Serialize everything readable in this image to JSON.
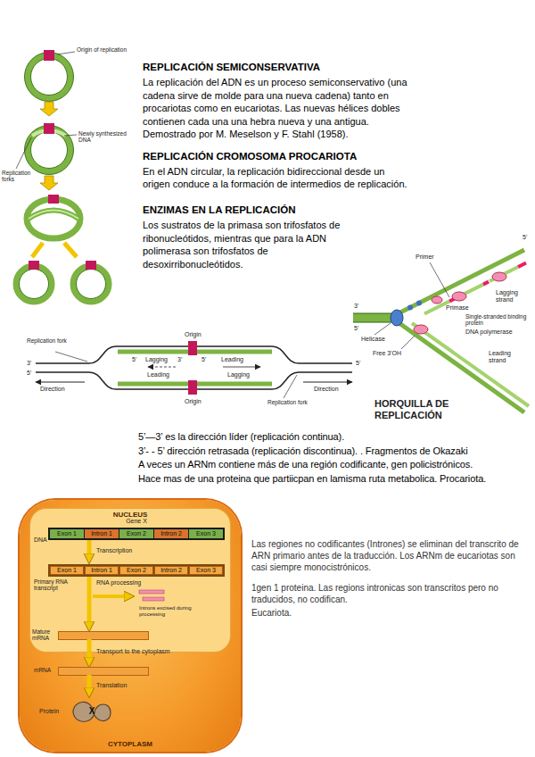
{
  "diagram": {
    "nodes": [
      {
        "text": [
          "CYTOPLASM"
        ]
      },
      {
        "text": [
          "NUCLEUS"
        ],
        "in": 0
      },
      {
        "text": [
          "Gene X",
          "DNA"
        ],
        "in": 1
      },
      {
        "text": [
          "Exon 1"
        ],
        "in": 2
      },
      {
        "text": [
          "Intron 1"
        ],
        "in": 2
      },
      {
        "text": [
          "Exon 2"
        ],
        "in": 2
      },
      {
        "text": [
          "Intron 2"
        ],
        "in": 2
      },
      {
        "text": [
          "Exon 3"
        ],
        "in": 2
      },
      {
        "text": [
          "Primary RNA transcript"
        ],
        "in": 1
      },
      {
        "text": [
          "Exon 1"
        ],
        "in": 8
      },
      {
        "text": [
          "Intron 1"
        ],
        "in": 8
      },
      {
        "text": [
          "Exon 2"
        ],
        "in": 8
      },
      {
        "text": [
          "Intron 2"
        ],
        "in": 8
      },
      {
        "text": [
          "Exon 3"
        ],
        "in": 8
      },
      {
        "text": [
          "Mature mRNA"
        ],
        "in": 1
      },
      {
        "text": [
          "mRNA"
        ],
        "in": 0
      },
      {
        "text": [
          "Protein",
          "X"
        ],
        "in": 0
      }
    ],
    "edges": [
      {
        "from": 2,
        "to": 8,
        "arrow": "to",
        "label": "Transcription"
      },
      {
        "from": 8,
        "to": 14,
        "arrow": "to",
        "label": "RNA processing"
      },
      {
        "from": 14,
        "to": 15,
        "arrow": "to",
        "label": "Transport to the cytoplasm"
      },
      {
        "from": 15,
        "to": 16,
        "arrow": "to",
        "label": "Translation"
      }
    ],
    "labels": [
      "Origin of replication",
      "Newly synthesized DNA",
      "Replication forks",
      "REPLICACIÓN SEMICONSERVATIVA",
      "La replicación del ADN es un proceso semiconservativo (una cadena sirve de molde para una nueva cadena) tanto en procariotas como en eucariotas. Las nuevas hélices dobles contienen cada una una hebra nueva y una antigua. Demostrado por M. Meselson y F. Stahl (1958).",
      "REPLICACIÓN CROMOSOMA PROCARIOTA",
      "En el ADN circular, la replicación bidireccional desde un origen conduce a la formación de intermedios de replicación.",
      "ENZIMAS EN LA REPLICACIÓN",
      "Los sustratos de la primasa son trifosfatos de ribonucleótidos, mientras que para la ADN polimerasa son trifosfatos de desoxirribonucleótidos.",
      "Primer",
      "Lagging strand",
      "Primase",
      "Single-stranded binding protein",
      "DNA polymerase",
      "Helicase",
      "Leading strand",
      "Free 3'OH",
      "5'",
      "3'",
      "5'",
      "HORQUILLA DE REPLICACIÓN",
      "Origin",
      "Replication fork",
      "3'",
      "5'",
      "5'",
      "5'",
      "Lagging",
      "3'",
      "5'",
      "Leading",
      "Leading",
      "Lagging",
      "Direction",
      "Direction",
      "Origin",
      "Replication fork",
      "5’—3’ es la dirección líder (replicación continua).",
      "3’- - 5’ dirección retrasada (replicación discontinua). . Fragmentos de Okazaki",
      "A veces un ARNm contiene más de una región codificante, gen policistrónicos.",
      "Hace mas de una proteina que partiicpan en lamisma ruta metabolica. Procariota.",
      "Introns excised during processing",
      "Las regiones no codificantes (Intrones) se eliminan del transcrito de ARN primario antes de la traducción. Los ARNm de eucariotas son casi siempre monocistrónicos.",
      "1gen 1 proteina. Las regions intronicas son transcritos pero no traducidos, no codifican.",
      "Eucariota."
    ]
  }
}
